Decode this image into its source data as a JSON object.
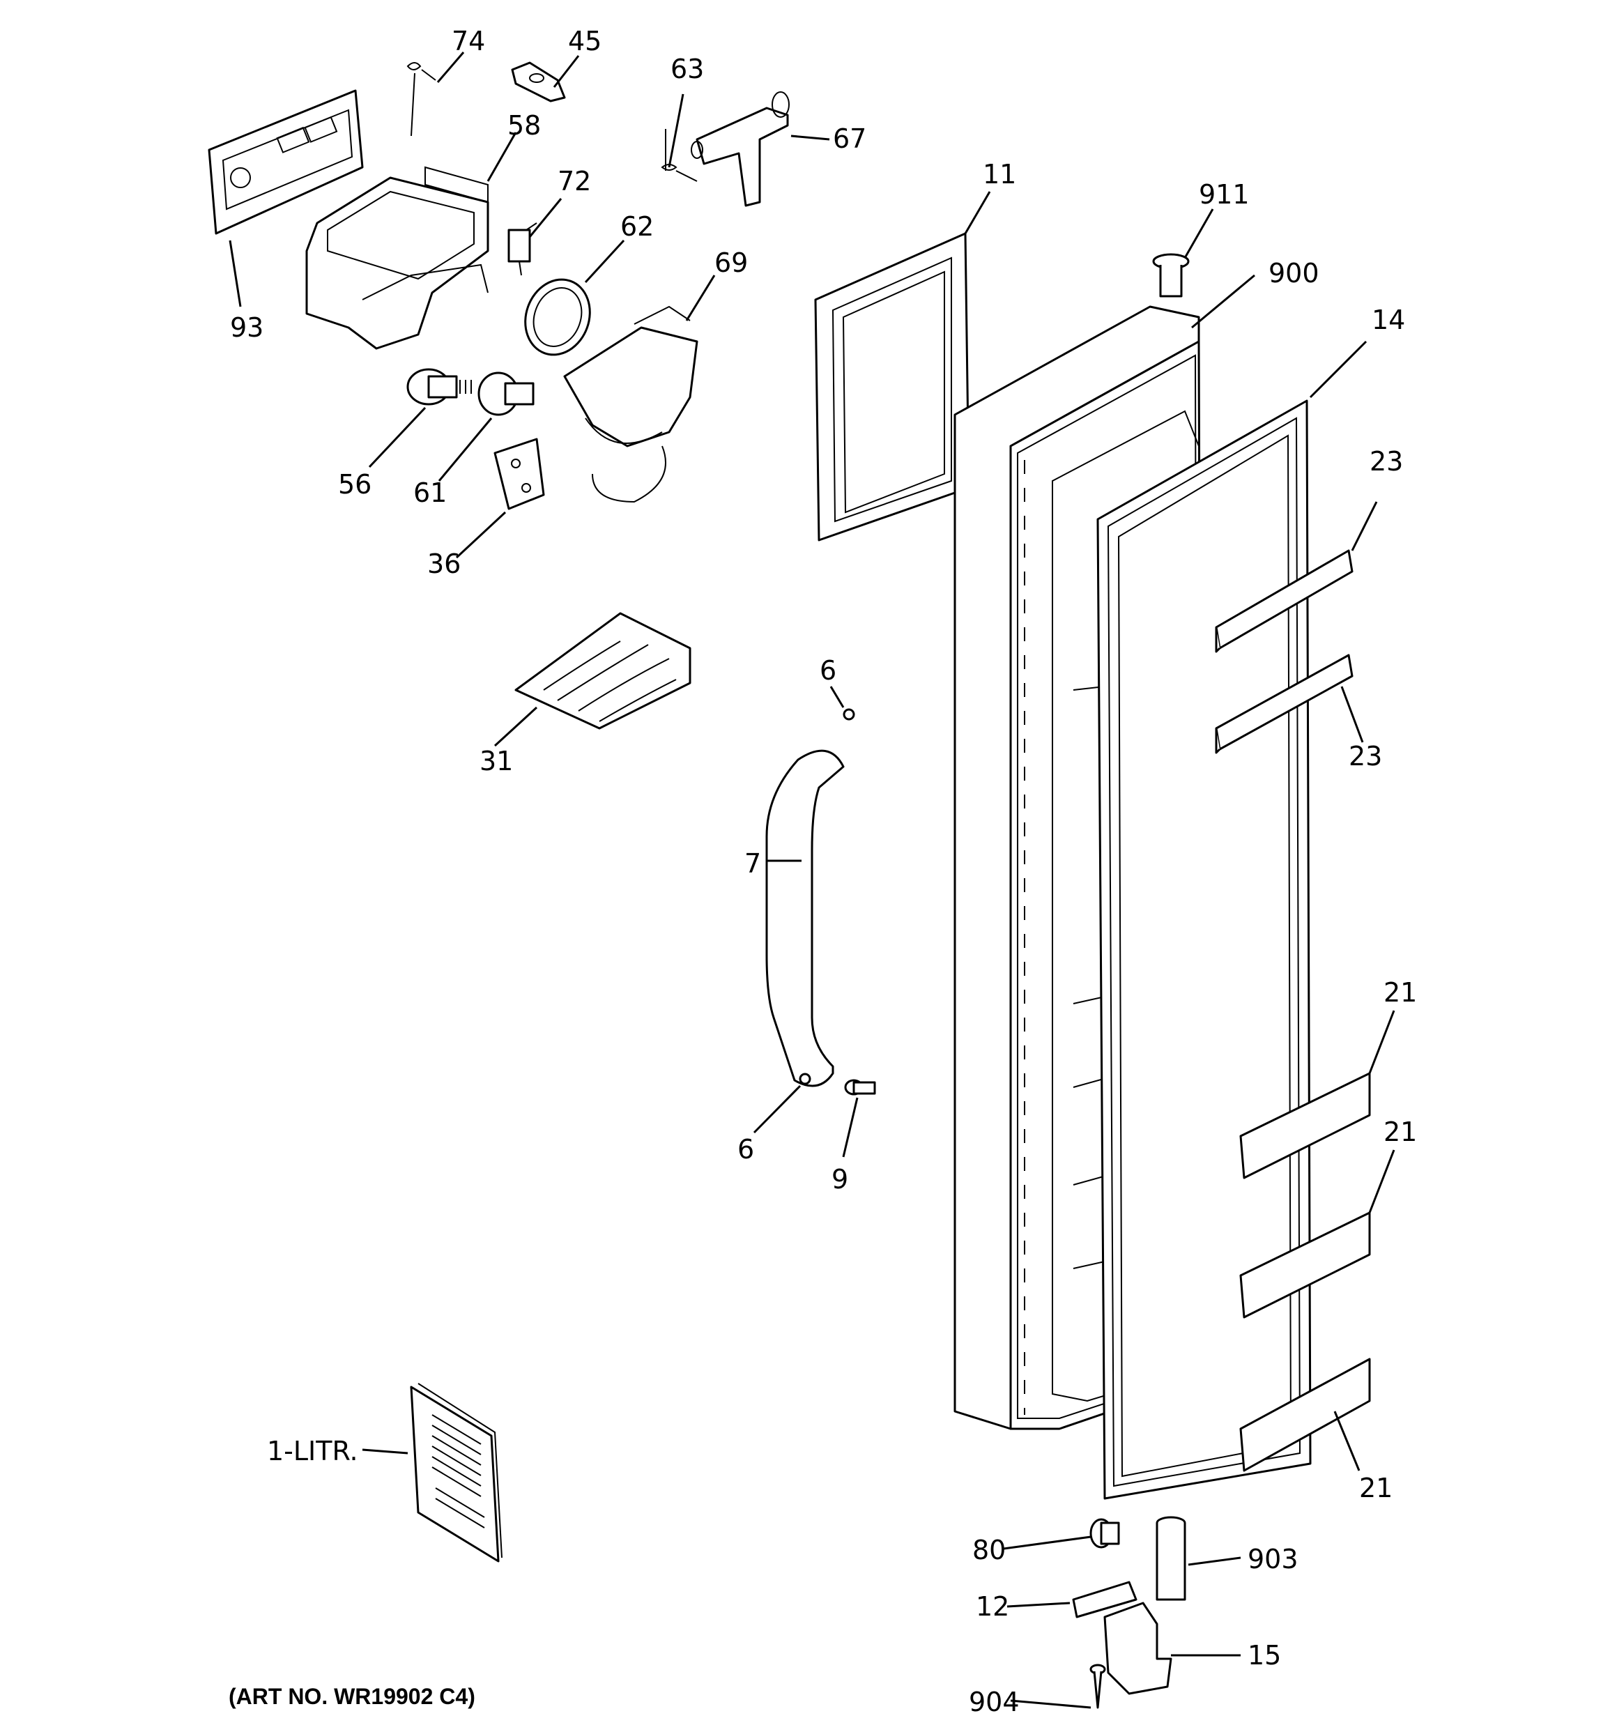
{
  "labels": {
    "p74": "74",
    "p45": "45",
    "p63": "63",
    "p67": "67",
    "p58": "58",
    "p72": "72",
    "p62": "62",
    "p69": "69",
    "p93": "93",
    "p11": "11",
    "p911": "911",
    "p900": "900",
    "p14": "14",
    "p23a": "23",
    "p23b": "23",
    "p56": "56",
    "p61": "61",
    "p36": "36",
    "p6a": "6",
    "p6b": "6",
    "p31": "31",
    "p7": "7",
    "p9": "9",
    "p21a": "21",
    "p21b": "21",
    "p21c": "21",
    "p1litr": "1-LITR.",
    "p80": "80",
    "p903": "903",
    "p12": "12",
    "p15": "15",
    "p904": "904"
  },
  "art_number": "(ART NO. WR19902 C4)"
}
